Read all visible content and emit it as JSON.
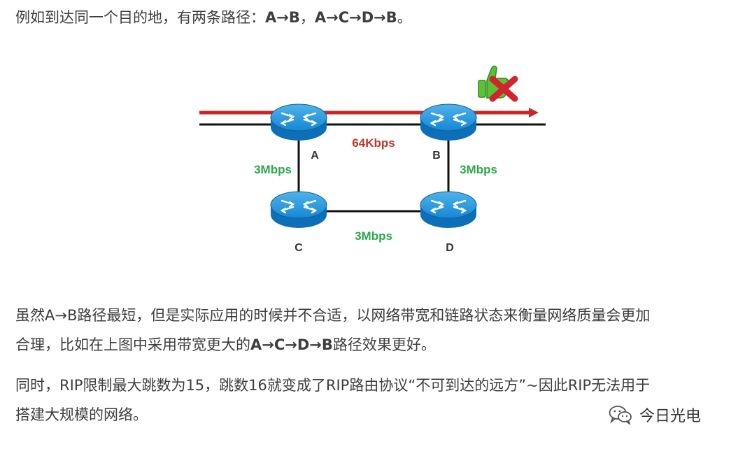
{
  "intro": {
    "text": "例如到达同一个目的地，有两条路径：",
    "path1": "A→B",
    "sep": "，",
    "path2": "A→C→D→B",
    "end": "。"
  },
  "diagram": {
    "nodes": [
      "A",
      "B",
      "C",
      "D"
    ],
    "links": {
      "ab": "64Kbps",
      "ac": "3Mbps",
      "bd": "3Mbps",
      "cd": "3Mbps"
    },
    "colors": {
      "route_red": "#c62828",
      "router_blue": "#1a8fd8",
      "bandwidth_green": "#2ea84a",
      "bandwidth_red": "#c0392b"
    },
    "icons": [
      "router-icon",
      "thumbs-up-icon",
      "red-cross-icon"
    ]
  },
  "para2": {
    "line1": "虽然A→B路径最短，但是实际应用的时候并不合适，以网络带宽和链路状态来衡量网络质量会更加",
    "line2_a": "合理，比如在上图中采用带宽更大的",
    "line2_bold": "A→C→D→B",
    "line2_b": "路径效果更好。"
  },
  "para3": {
    "line1": "同时，RIP限制最大跳数为15，跳数16就变成了RIP路由协议“不可到达的远方”~因此RIP无法用于",
    "line2": "搭建大规模的网络。"
  },
  "watermark": {
    "text": "今日光电",
    "icon": "wechat-icon"
  }
}
